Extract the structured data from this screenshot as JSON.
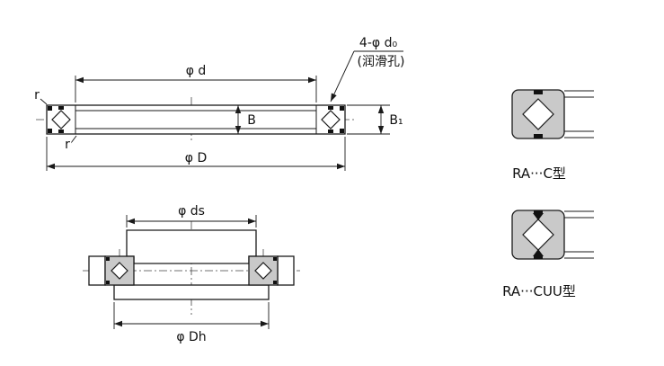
{
  "side_view": {
    "dim_bore": "φ d",
    "lube_callout": "4-φ d₀",
    "lube_note": "(润滑孔)",
    "dim_width": "B",
    "dim_width_outer": "B₁",
    "radius_top": "r",
    "radius_bottom": "r",
    "dim_outer": "φ D"
  },
  "mounted_view": {
    "dim_shaft_seat": "φ ds",
    "dim_housing_seat": "φ Dh"
  },
  "details": {
    "type_c_label": "RA···C型",
    "type_cuu_label": "RA···CUU型"
  },
  "colors": {
    "line": "#1a1a1a",
    "bearing_fill": "#c9c9c9",
    "background": "#ffffff"
  }
}
